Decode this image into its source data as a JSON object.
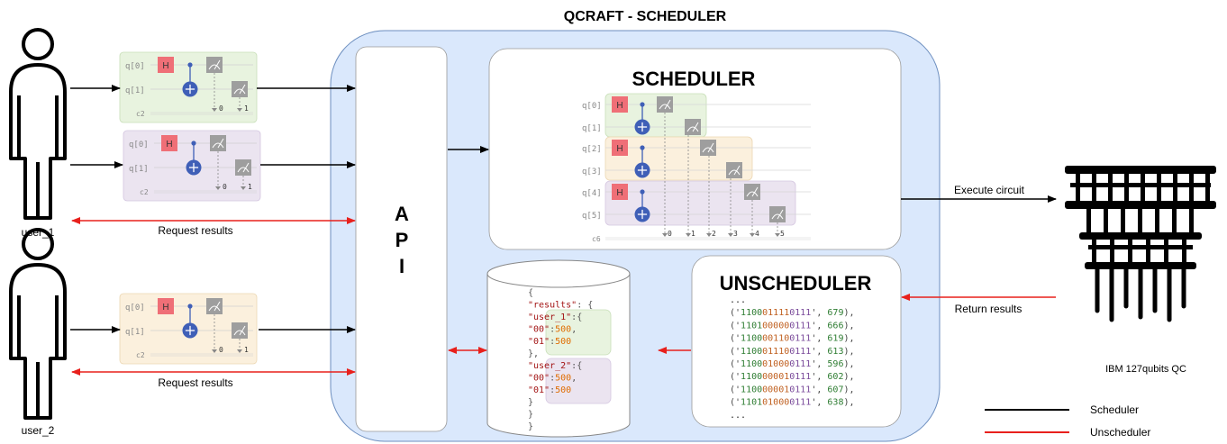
{
  "title": "QCRAFT - SCHEDULER",
  "api_label": [
    "A",
    "P",
    "I"
  ],
  "scheduler_title": "SCHEDULER",
  "unscheduler_title": "UNSCHEDULER",
  "users": [
    {
      "label": "user_1",
      "request_label": "Request results"
    },
    {
      "label": "user_2",
      "request_label": "Request results"
    }
  ],
  "circuit": {
    "q0": "q[0]",
    "q1": "q[1]",
    "classical": "c2",
    "gate": "H",
    "bit0": "0",
    "bit1": "1"
  },
  "scheduler_qubits": [
    "q[0]",
    "q[1]",
    "q[2]",
    "q[3]",
    "q[4]",
    "q[5]"
  ],
  "scheduler_classical": "c6",
  "scheduler_bits": [
    "0",
    "1",
    "2",
    "3",
    "4",
    "5"
  ],
  "results_json": [
    "{",
    "  \"results\": {",
    "    \"user_1\":{",
    "      \"00\":500,",
    "      \"01\":500",
    "    },",
    "    \"user_2\":{",
    "      \"00\":500,",
    "      \"01\":500",
    "    }",
    "  }",
    "}"
  ],
  "unscheduler_lines": [
    "...",
    "('1100011110111', 679),",
    "('1101000000111', 666),",
    "('1100001100111', 619),",
    "('1100011100111', 613),",
    "('1100010000111', 596),",
    "('1100000010111', 602),",
    "('1100000010111', 607),",
    "('1101010000111', 638),",
    "..."
  ],
  "execute_label": "Execute circuit",
  "return_label": "Return results",
  "qc_label": "IBM 127qubits QC",
  "legend": [
    {
      "label": "Scheduler",
      "color": "#000000"
    },
    {
      "label": "Unscheduler",
      "color": "#e8201c"
    }
  ],
  "colors": {
    "blue_bg": "#dae8fc",
    "green": "#e8f3df",
    "purple": "#ebe4f0",
    "orange": "#fbf0dd",
    "red_arrow": "#e8201c",
    "gate_h": "#ef6f77",
    "cnot": "#3f5fb7"
  }
}
